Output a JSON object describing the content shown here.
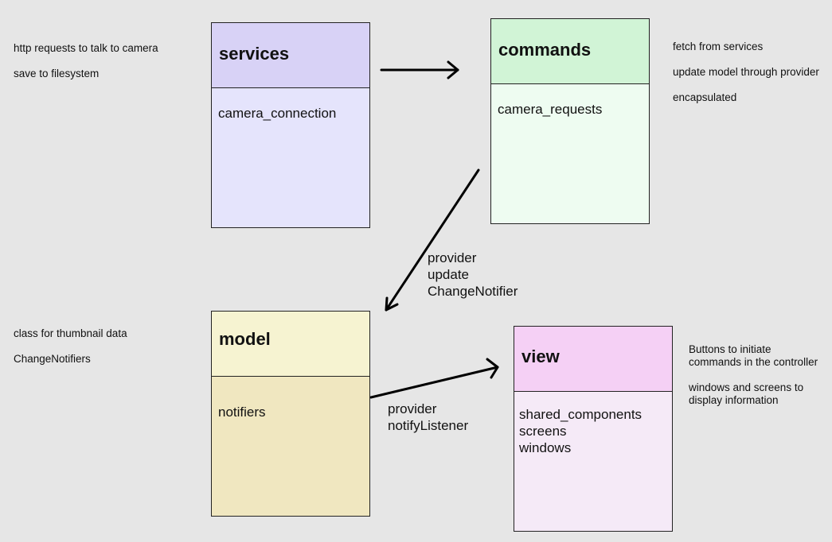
{
  "nodes": {
    "services": {
      "title": "services",
      "items": [
        "camera_connection"
      ],
      "notes": [
        "http requests to talk to camera",
        "save to filesystem"
      ],
      "colors": {
        "header": "#d8d2f6",
        "body": "#e5e4fc"
      }
    },
    "commands": {
      "title": "commands",
      "items": [
        "camera_requests"
      ],
      "notes": [
        "fetch from services",
        "update model through provider",
        "encapsulated"
      ],
      "colors": {
        "header": "#d1f4d6",
        "body": "#eefcf1"
      }
    },
    "model": {
      "title": "model",
      "items": [
        "notifiers"
      ],
      "notes": [
        "class for thumbnail data",
        "ChangeNotifiers"
      ],
      "colors": {
        "header": "#f6f3d1",
        "body": "#f0e7c0"
      }
    },
    "view": {
      "title": "view",
      "items": [
        "shared_components",
        "screens",
        "windows"
      ],
      "notes": [
        "Buttons to initiate commands in the controller",
        "windows and screens to display information"
      ],
      "colors": {
        "header": "#f5d0f5",
        "body": "#f5eaf7"
      }
    }
  },
  "edges": [
    {
      "from": "services",
      "to": "commands",
      "label": []
    },
    {
      "from": "commands",
      "to": "model",
      "label": [
        "provider",
        "update",
        "ChangeNotifier"
      ]
    },
    {
      "from": "model",
      "to": "view",
      "label": [
        "provider",
        "notifyListener"
      ]
    }
  ]
}
